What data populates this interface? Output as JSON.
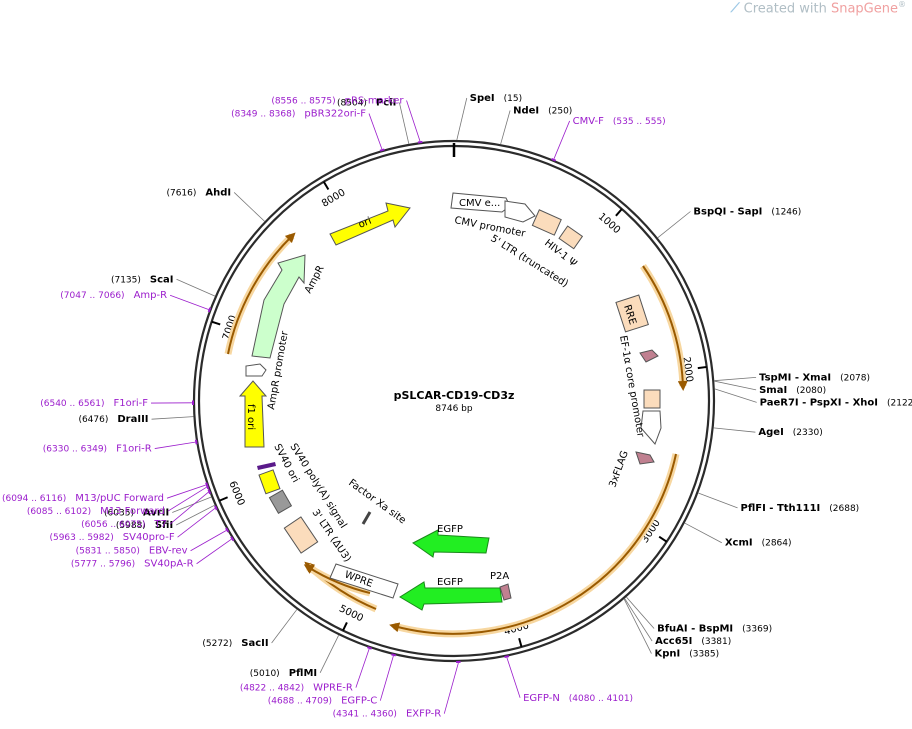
{
  "map": {
    "name": "pSLCAR-CD19-CD3z",
    "length_label": "8746 bp",
    "total_bp": 8746
  },
  "watermark": {
    "prefix": "Created with ",
    "brand": "SnapGene",
    "mark": "®"
  },
  "colors": {
    "primer": "#9b1dcc",
    "backbone": "#2b2b2b",
    "ori": "#ffff00",
    "ampr": "#ccffcc",
    "egfp": "#22ee22",
    "ltr": "#fbdcbc",
    "orf": "#f5a623",
    "flag": "#c08090",
    "sv40ori": "#999999"
  },
  "ticks": [
    {
      "bp": 1000,
      "label": "1000"
    },
    {
      "bp": 2000,
      "label": "2000"
    },
    {
      "bp": 3000,
      "label": "3000"
    },
    {
      "bp": 4000,
      "label": "4000"
    },
    {
      "bp": 5000,
      "label": "5000"
    },
    {
      "bp": 6000,
      "label": "6000"
    },
    {
      "bp": 7000,
      "label": "7000"
    },
    {
      "bp": 8000,
      "label": "8000"
    }
  ],
  "sites": [
    {
      "bp": 15,
      "name": "SpeI",
      "pos": "(15)",
      "side": "right"
    },
    {
      "bp": 250,
      "name": "NdeI",
      "pos": "(250)",
      "side": "right"
    },
    {
      "bp": 1246,
      "name": "BspQI  - SapI",
      "pos": "(1246)",
      "side": "right"
    },
    {
      "bp": 2078,
      "name": "TspMI  - XmaI",
      "pos": "(2078)",
      "side": "right"
    },
    {
      "bp": 2080,
      "name": "SmaI",
      "pos": "(2080)",
      "side": "right"
    },
    {
      "bp": 2122,
      "name": "PaeR7I  - PspXI  - XhoI",
      "pos": "(2122)",
      "side": "right"
    },
    {
      "bp": 2330,
      "name": "AgeI",
      "pos": "(2330)",
      "side": "right"
    },
    {
      "bp": 2688,
      "name": "PflFI  - Tth111I",
      "pos": "(2688)",
      "side": "right"
    },
    {
      "bp": 2864,
      "name": "XcmI",
      "pos": "(2864)",
      "side": "right"
    },
    {
      "bp": 3369,
      "name": "BfuAI  - BspMI",
      "pos": "(3369)",
      "side": "right"
    },
    {
      "bp": 3381,
      "name": "Acc65I",
      "pos": "(3381)",
      "side": "right"
    },
    {
      "bp": 3385,
      "name": "KpnI",
      "pos": "(3385)",
      "side": "right"
    },
    {
      "bp": 5010,
      "name": "PflMI",
      "pos": "(5010)",
      "side": "left"
    },
    {
      "bp": 5272,
      "name": "SacII",
      "pos": "(5272)",
      "side": "left"
    },
    {
      "bp": 5988,
      "name": "SfiI",
      "pos": "(5988)",
      "side": "left"
    },
    {
      "bp": 6035,
      "name": "AvrII",
      "pos": "(6035)",
      "side": "left"
    },
    {
      "bp": 6476,
      "name": "DraIII",
      "pos": "(6476)",
      "side": "left"
    },
    {
      "bp": 7135,
      "name": "ScaI",
      "pos": "(7135)",
      "side": "left"
    },
    {
      "bp": 7616,
      "name": "AhdI",
      "pos": "(7616)",
      "side": "left"
    },
    {
      "bp": 8504,
      "name": "PciI",
      "pos": "(8504)",
      "side": "left"
    }
  ],
  "primers": [
    {
      "bp": 8565,
      "name": "pRS-marker",
      "pos": "(8556 .. 8575)",
      "side": "left"
    },
    {
      "bp": 8358,
      "name": "pBR322ori-F",
      "pos": "(8349 .. 8368)",
      "side": "left"
    },
    {
      "bp": 545,
      "name": "CMV-F",
      "pos": "(535 .. 555)",
      "side": "right"
    },
    {
      "bp": 7056,
      "name": "Amp-R",
      "pos": "(7047 .. 7066)",
      "side": "left"
    },
    {
      "bp": 6550,
      "name": "F1ori-F",
      "pos": "(6540 .. 6561)",
      "side": "left"
    },
    {
      "bp": 6340,
      "name": "F1ori-R",
      "pos": "(6330 .. 6349)",
      "side": "left"
    },
    {
      "bp": 6105,
      "name": "M13/pUC Forward",
      "pos": "(6094 .. 6116)",
      "side": "left"
    },
    {
      "bp": 6093,
      "name": "M13 Forward",
      "pos": "(6085 .. 6102)",
      "side": "left"
    },
    {
      "bp": 6065,
      "name": "T7",
      "pos": "(6056 .. 6075)",
      "side": "left"
    },
    {
      "bp": 5972,
      "name": "SV40pro-F",
      "pos": "(5963 .. 5982)",
      "side": "left"
    },
    {
      "bp": 5840,
      "name": "EBV-rev",
      "pos": "(5831 .. 5850)",
      "side": "left"
    },
    {
      "bp": 5786,
      "name": "SV40pA-R",
      "pos": "(5777 .. 5796)",
      "side": "left"
    },
    {
      "bp": 4832,
      "name": "WPRE-R",
      "pos": "(4822 .. 4842)",
      "side": "left"
    },
    {
      "bp": 4698,
      "name": "EGFP-C",
      "pos": "(4688 .. 4709)",
      "side": "left"
    },
    {
      "bp": 4350,
      "name": "EXFP-R",
      "pos": "(4341 .. 4360)",
      "side": "left"
    },
    {
      "bp": 4090,
      "name": "EGFP-N",
      "pos": "(4080 .. 4101)",
      "side": "right"
    }
  ],
  "features": {
    "cmv_enhancer": "CMV e...",
    "cmv_promoter": "CMV promoter",
    "ltr5": "5' LTR (truncated)",
    "hiv_psi": "HIV-1 Ψ",
    "rre": "RRE",
    "ef1a": "EF-1α core promoter",
    "flag": "3xFLAG",
    "egfp1": "EGFP",
    "egfp2": "EGFP",
    "p2a": "P2A",
    "factor_xa": "Factor Xa site",
    "wpre": "WPRE",
    "ltr3": "3' LTR (ΔU3)",
    "sv40pa": "SV40 poly(A) signal",
    "sv40ori": "SV40 ori",
    "f1ori": "f1 ori",
    "ampr_promoter": "AmpR promoter",
    "ampr": "AmpR",
    "ori": "ori"
  }
}
